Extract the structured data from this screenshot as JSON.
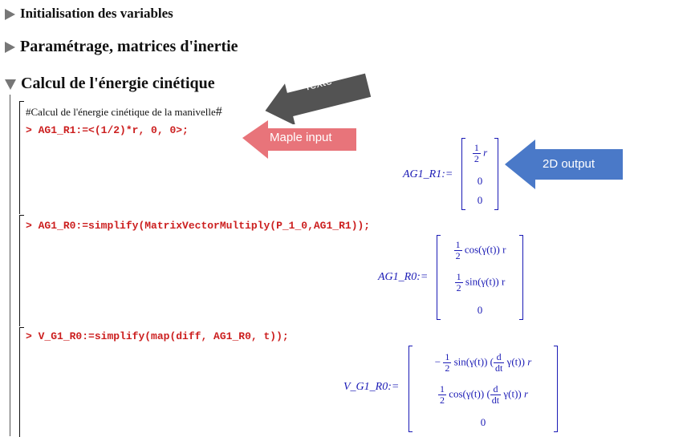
{
  "sections": [
    {
      "title": "Initialisation des variables",
      "state": "collapsed"
    },
    {
      "title": "Paramétrage, matrices d'inertie",
      "state": "collapsed"
    },
    {
      "title": "Calcul de l'énergie cinétique",
      "state": "expanded"
    }
  ],
  "text_comment": "#Calcul de l'énergie cinétique de la manivelle",
  "text_cursor": "#",
  "inputs": [
    {
      "prompt": ">",
      "code": "AG1_R1:=<(1/2)*r, 0, 0>;"
    },
    {
      "prompt": ">",
      "code": "AG1_R0:=simplify(MatrixVectorMultiply(P_1_0,AG1_R1));"
    },
    {
      "prompt": ">",
      "code": "V_G1_R0:=simplify(map(diff, AG1_R0, t));"
    }
  ],
  "outputs": [
    {
      "label": "AG1_R1",
      "assign": ":=",
      "rows": [
        {
          "sign": "",
          "num": "1",
          "den": "2",
          "rest": "r"
        },
        {
          "value": "0"
        },
        {
          "value": "0"
        }
      ]
    },
    {
      "label": "AG1_R0",
      "assign": ":=",
      "rows": [
        {
          "sign": "",
          "num": "1",
          "den": "2",
          "rest": "cos(γ(t)) r"
        },
        {
          "sign": "",
          "num": "1",
          "den": "2",
          "rest": "sin(γ(t)) r"
        },
        {
          "value": "0"
        }
      ]
    },
    {
      "label": "V_G1_R0",
      "assign": ":=",
      "rows": [
        {
          "sign": "−",
          "num": "1",
          "den": "2",
          "rest": "sin(γ(t))",
          "dnum": "d",
          "dden": "dt",
          "drest": "γ(t)",
          "tail": "r"
        },
        {
          "sign": "",
          "num": "1",
          "den": "2",
          "rest": "cos(γ(t))",
          "dnum": "d",
          "dden": "dt",
          "drest": "γ(t)",
          "tail": "r"
        },
        {
          "value": "0"
        }
      ]
    }
  ],
  "callouts": {
    "texte": {
      "label": "Texte",
      "color": "#4a4a4a"
    },
    "maple_input": {
      "label": "Maple input",
      "color": "#e8747a"
    },
    "output_2d": {
      "label": "2D output",
      "color": "#4a79c8"
    }
  }
}
